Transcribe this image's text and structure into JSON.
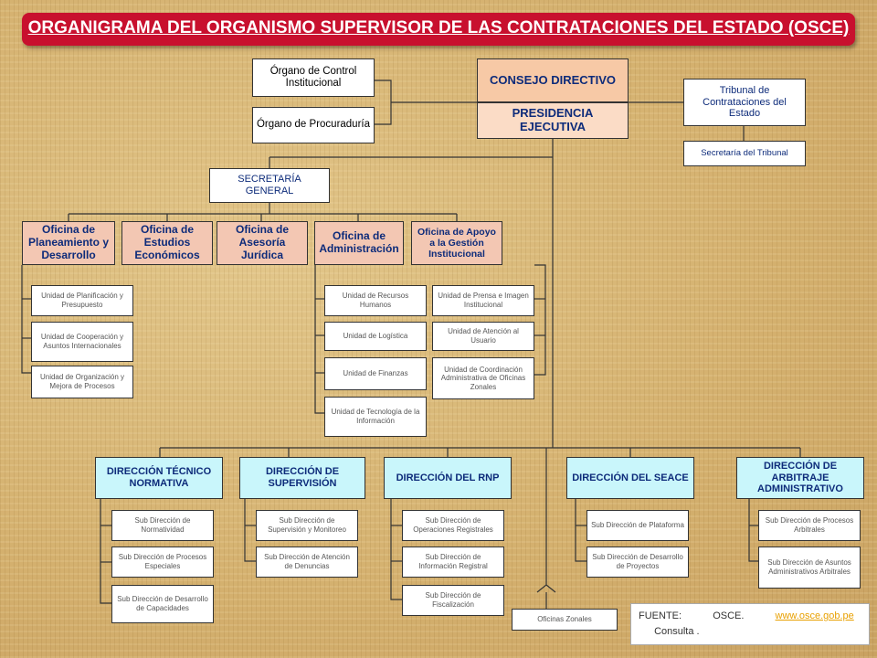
{
  "title": "ORGANIGRAMA DEL ORGANISMO SUPERVISOR DE LAS CONTRATACIONES DEL ESTADO (OSCE)",
  "top": {
    "control": "Órgano de Control Institucional",
    "procuraduria": "Órgano de Procuraduría",
    "consejo": "CONSEJO DIRECTIVO",
    "presidencia": "PRESIDENCIA EJECUTIVA",
    "tribunal": "Tribunal de Contrataciones del Estado",
    "secretaria_tribunal": "Secretaría del Tribunal",
    "secretaria_general": "SECRETARÍA GENERAL"
  },
  "oficinas": [
    "Oficina de Planeamiento y Desarrollo",
    "Oficina de Estudios Económicos",
    "Oficina de Asesoría Jurídica",
    "Oficina de Administración",
    "Oficina de Apoyo a la Gestión Institucional"
  ],
  "unidades_planeamiento": [
    "Unidad de Planificación y Presupuesto",
    "Unidad de Cooperación y Asuntos Internacionales",
    "Unidad de Organización y Mejora de Procesos"
  ],
  "unidades_administracion": [
    "Unidad de Recursos Humanos",
    "Unidad de Logística",
    "Unidad de Finanzas",
    "Unidad de Tecnología de la Información"
  ],
  "unidades_apoyo": [
    "Unidad de Prensa e Imagen Institucional",
    "Unidad de Atención al Usuario",
    "Unidad de Coordinación Administrativa de Oficinas Zonales"
  ],
  "direcciones": [
    "DIRECCIÓN TÉCNICO NORMATIVA",
    "DIRECCIÓN DE SUPERVISIÓN",
    "DIRECCIÓN DEL RNP",
    "DIRECCIÓN DEL SEACE",
    "DIRECCIÓN DE ARBITRAJE ADMINISTRATIVO"
  ],
  "sub_tecnico": [
    "Sub Dirección de Normatividad",
    "Sub Dirección de Procesos Especiales",
    "Sub Dirección de Desarrollo de Capacidades"
  ],
  "sub_supervision": [
    "Sub Dirección de Supervisión y Monitoreo",
    "Sub Dirección de Atención de Denuncias"
  ],
  "sub_rnp": [
    "Sub Dirección de Operaciones Registrales",
    "Sub Dirección de Información Registral",
    "Sub Dirección de Fiscalización"
  ],
  "sub_seace": [
    "Sub Dirección de Plataforma",
    "Sub Dirección de Desarrollo de Proyectos"
  ],
  "sub_arbitraje": [
    "Sub Dirección de Procesos Arbitrales",
    "Sub Dirección de Asuntos Administrativos Arbitrales"
  ],
  "oficinas_zonales": "Oficinas Zonales",
  "fuente": {
    "label": "FUENTE:",
    "source": "OSCE.",
    "link": "www.osce.gob.pe",
    "consulta": "Consulta ."
  },
  "colors": {
    "title_bg": "#c8102e",
    "consejo": "#f7c9a6",
    "oficina": "#f3c7b3",
    "direccion": "#c9f6fb",
    "text_blue": "#0d2b7a"
  }
}
